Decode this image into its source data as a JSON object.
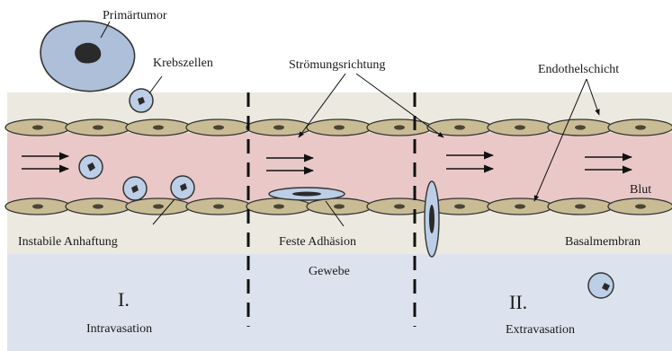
{
  "labels": {
    "primary_tumor": "Primärtumor",
    "cancer_cells": "Krebszellen",
    "flow_direction": "Strömungsrichtung",
    "endothelial_layer": "Endothelschicht",
    "blood": "Blut",
    "unstable_adhesion": "Instabile Anhaftung",
    "firm_adhesion": "Feste Adhäsion",
    "basement_membrane": "Basalmembran",
    "tissue": "Gewebe",
    "stage_1_numeral": "I.",
    "stage_1_name": "Intravasation",
    "stage_2_numeral": "II.",
    "stage_2_name": "Extravasation"
  },
  "colors": {
    "tissue": "#dde3ee",
    "basement_band": "#ece9e0",
    "blood": "#eac8c8",
    "endothelial_cell": "#c9bc94",
    "endothelial_nucleus": "#4a4536",
    "cancer_cell": "#bccfe6",
    "cancer_nucleus": "#2a2a2a",
    "tumor": "#aebfd9",
    "outline": "#333333"
  }
}
